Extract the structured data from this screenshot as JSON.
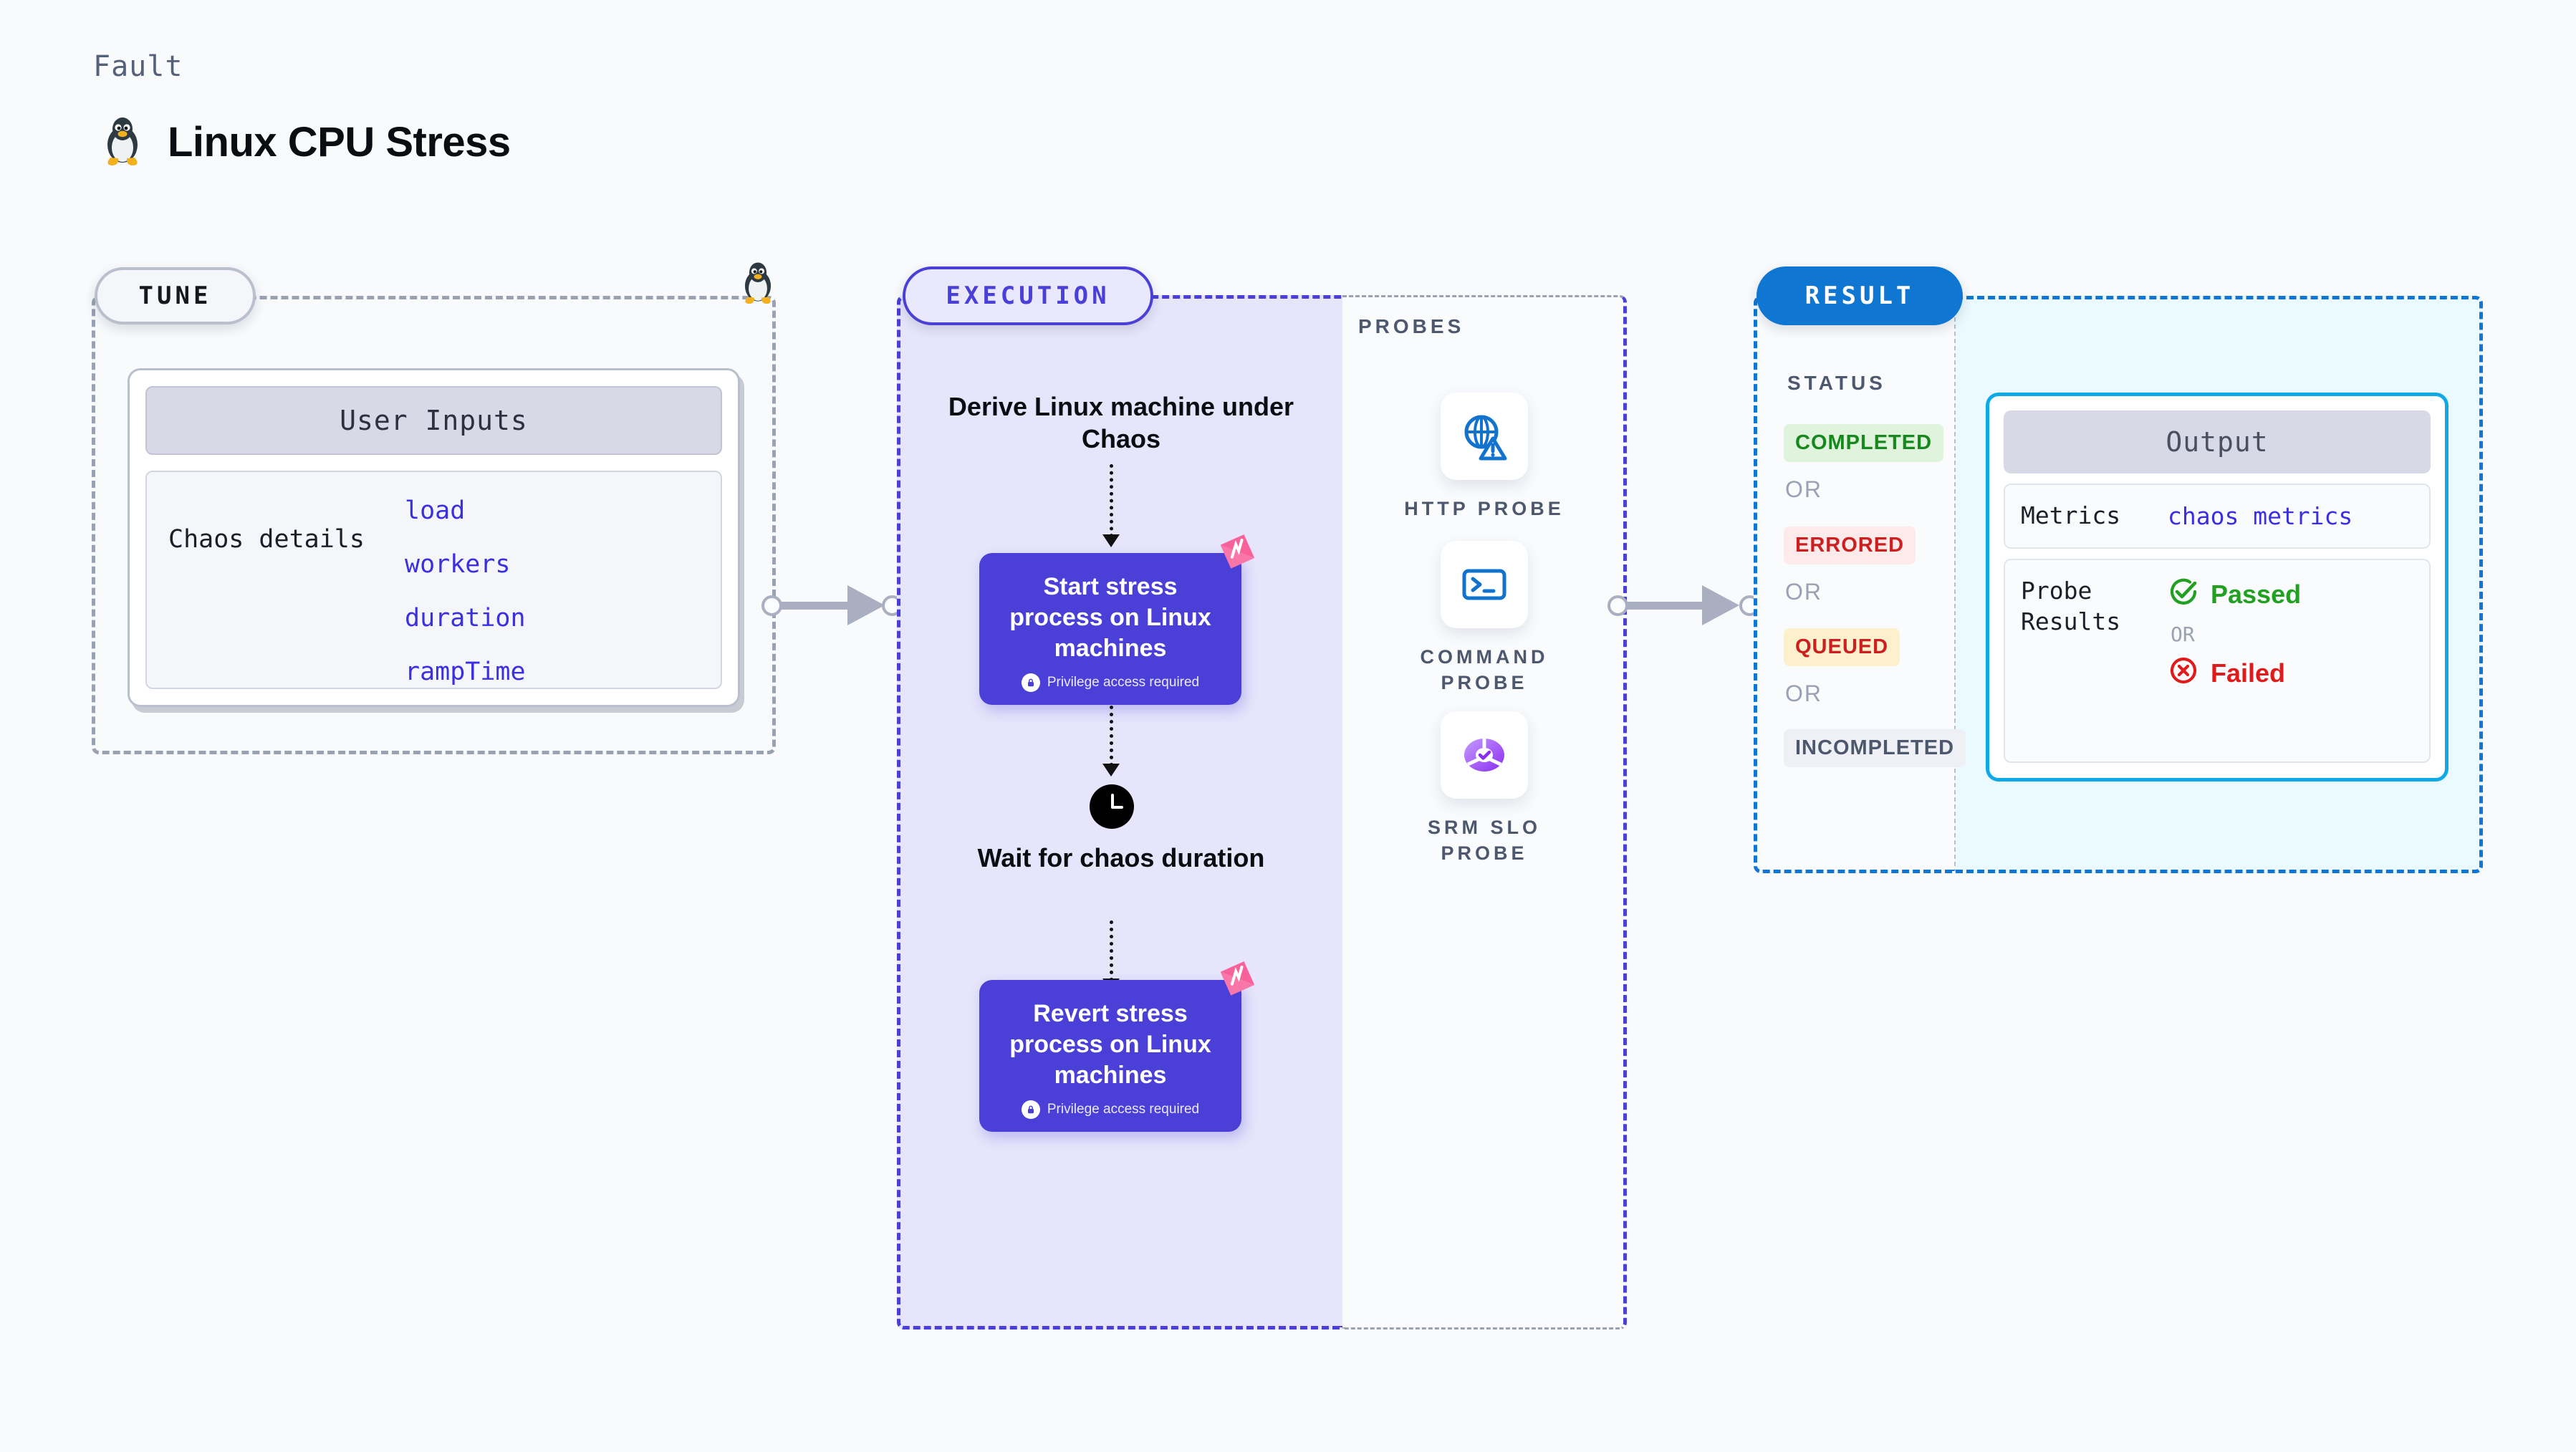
{
  "header": {
    "kicker": "Fault",
    "title": "Linux CPU Stress",
    "icon": "linux-tux-icon"
  },
  "tune": {
    "pill_label": "TUNE",
    "card": {
      "header": "User Inputs",
      "row_label": "Chaos details",
      "values": [
        "load",
        "workers",
        "duration",
        "rampTime"
      ]
    }
  },
  "execution": {
    "pill_label": "EXECUTION",
    "derive_step": "Derive Linux machine under Chaos",
    "start_step": {
      "title": "Start stress process on Linux machines",
      "note": "Privilege access required",
      "badge_icon": "chaos-ribbon-icon",
      "lock_icon": "lock-icon"
    },
    "wait_step": {
      "icon": "clock-icon",
      "label": "Wait for chaos duration"
    },
    "revert_step": {
      "title": "Revert stress process on Linux machines",
      "note": "Privilege access required",
      "badge_icon": "chaos-ribbon-icon",
      "lock_icon": "lock-icon"
    }
  },
  "probes": {
    "title": "PROBES",
    "items": [
      {
        "label": "HTTP PROBE",
        "icon": "globe-warning-icon"
      },
      {
        "label": "COMMAND PROBE",
        "icon": "terminal-icon"
      },
      {
        "label": "SRM SLO PROBE",
        "icon": "slo-donut-check-icon"
      }
    ]
  },
  "result": {
    "pill_label": "RESULT",
    "status_title": "STATUS",
    "or_label": "OR",
    "statuses": [
      {
        "label": "COMPLETED",
        "bg": "#dff3dd",
        "fg": "#17881d"
      },
      {
        "label": "ERRORED",
        "bg": "#fdeaea",
        "fg": "#cc1f1f"
      },
      {
        "label": "QUEUED",
        "bg": "#fdf0cd",
        "fg": "#cc1f1f"
      },
      {
        "label": "INCOMPLETED",
        "bg": "#eff0f5",
        "fg": "#4d586e"
      }
    ]
  },
  "output": {
    "header": "Output",
    "metrics_label": "Metrics",
    "metrics_value": "chaos metrics",
    "probe_results_label": "Probe Results",
    "passed_label": "Passed",
    "failed_label": "Failed",
    "or_label": "OR",
    "passed_icon": "check-circle-icon",
    "failed_icon": "x-circle-icon"
  },
  "colors": {
    "accent_purple": "#4a3fd6",
    "accent_blue": "#0f76d1",
    "accent_cyan": "#0fa9e6",
    "pink": "#f9619a",
    "page_bg": "#f8fafc"
  }
}
